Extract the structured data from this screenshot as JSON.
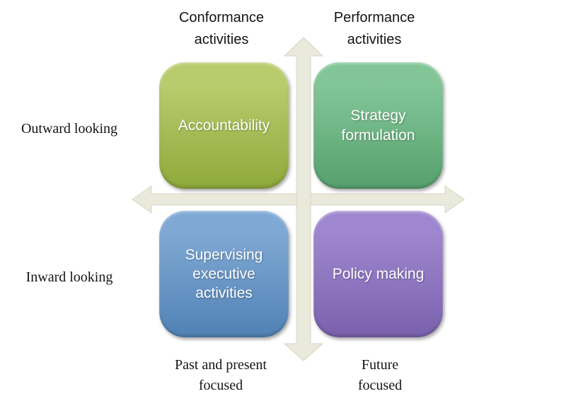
{
  "axes": {
    "top_left_label": "Conformance activities",
    "top_right_label": "Performance activities",
    "left_top_label": "Outward looking",
    "left_bottom_label": "Inward looking",
    "bottom_left_label": "Past and present focused",
    "bottom_right_label": "Future focused"
  },
  "quadrants": [
    {
      "id": "top-left",
      "label": "Accountability",
      "color_top": "#b9cc6d",
      "color_bottom": "#8ea93b"
    },
    {
      "id": "top-right",
      "label": "Strategy formulation",
      "color_top": "#82c697",
      "color_bottom": "#57a06e"
    },
    {
      "id": "bottom-left",
      "label": "Supervising executive activities",
      "color_top": "#7fa9d4",
      "color_bottom": "#5181b5"
    },
    {
      "id": "bottom-right",
      "label": "Policy making",
      "color_top": "#9e87cf",
      "color_bottom": "#7a61ad"
    }
  ],
  "colors": {
    "background": "#ffffff",
    "arrow_fill": "#e9e9dc",
    "arrow_border": "#d6d6c4",
    "box_text": "#ffffff",
    "label_text": "#141414"
  }
}
